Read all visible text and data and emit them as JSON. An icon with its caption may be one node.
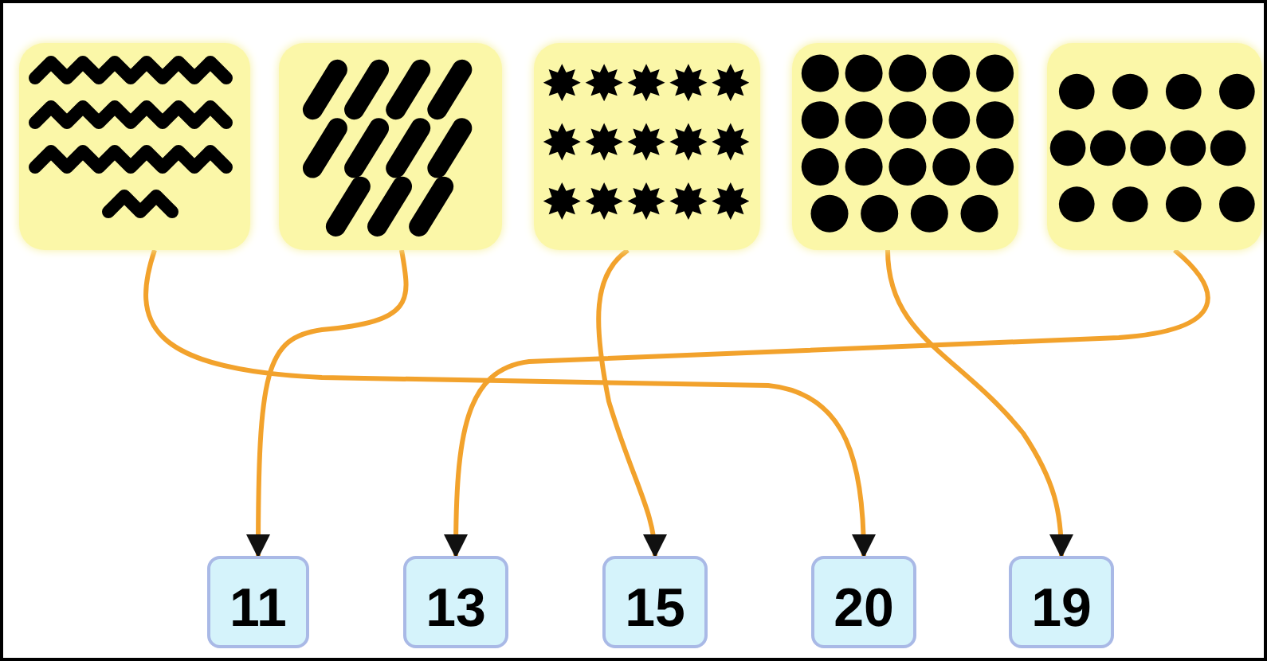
{
  "diagram": {
    "nodes": [
      {
        "text": [],
        "shape": "picture"
      },
      {
        "text": [],
        "shape": "picture"
      },
      {
        "text": [],
        "shape": "picture"
      },
      {
        "text": [],
        "shape": "picture"
      },
      {
        "text": [],
        "shape": "picture"
      },
      {
        "text": [
          "11"
        ]
      },
      {
        "text": [
          "13"
        ]
      },
      {
        "text": [
          "15"
        ]
      },
      {
        "text": [
          "20"
        ]
      },
      {
        "text": [
          "19"
        ]
      }
    ],
    "edges": [
      {
        "from": 0,
        "to": 8,
        "arrow": "to"
      },
      {
        "from": 1,
        "to": 5,
        "arrow": "to"
      },
      {
        "from": 2,
        "to": 7,
        "arrow": "to"
      },
      {
        "from": 3,
        "to": 9,
        "arrow": "to"
      },
      {
        "from": 4,
        "to": 6,
        "arrow": "to"
      }
    ]
  }
}
